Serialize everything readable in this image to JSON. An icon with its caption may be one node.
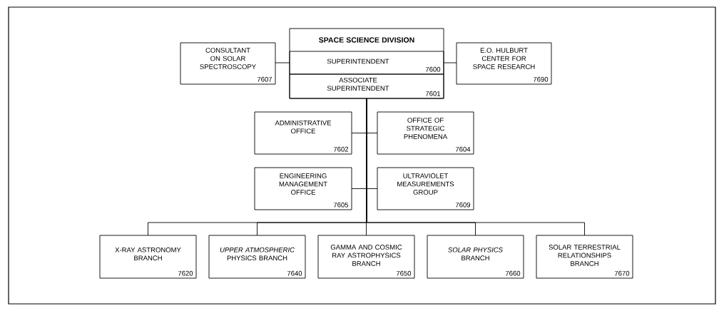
{
  "diagram": {
    "nodes": [
      {
        "text": [
          "SPACE SCIENCE DIVISION"
        ]
      },
      {
        "text": [
          "SUPERINTENDENT",
          "7600"
        ],
        "in": 0
      },
      {
        "text": [
          "ASSOCIATE SUPERINTENDENT",
          "7601"
        ],
        "in": 0
      },
      {
        "text": [
          "CONSULTANT ON SOLAR SPECTROSCOPY",
          "7607"
        ]
      },
      {
        "text": [
          "E.O. HULBURT CENTER FOR SPACE RESEARCH",
          "7690"
        ]
      },
      {
        "text": [
          "ADMINISTRATIVE OFFICE",
          "7602"
        ]
      },
      {
        "text": [
          "OFFICE OF STRATEGIC PHENOMENA",
          "7604"
        ]
      },
      {
        "text": [
          "ENGINEERING MANAGEMENT OFFICE",
          "7605"
        ]
      },
      {
        "text": [
          "ULTRAVIOLET MEASUREMENTS GROUP",
          "7609"
        ]
      },
      {
        "text": [
          "X-RAY ASTRONOMY BRANCH",
          "7620"
        ]
      },
      {
        "text": [
          "*UPPER ATMOSPHERIC* PHYSICS BRANCH",
          "7640"
        ]
      },
      {
        "text": [
          "GAMMA AND COSMIC RAY ASTROPHYSICS BRANCH",
          "7650"
        ]
      },
      {
        "text": [
          "*SOLAR PHYSICS* BRANCH",
          "7660"
        ]
      },
      {
        "text": [
          "SOLAR TERRESTRIAL RELATIONSHIPS BRANCH",
          "7670"
        ]
      }
    ],
    "edges": [
      {
        "from": 3,
        "to": 1,
        "arrow": "none"
      },
      {
        "from": 1,
        "to": 4,
        "arrow": "none"
      },
      {
        "from": 2,
        "to": 5,
        "arrow": "none"
      },
      {
        "from": 2,
        "to": 6,
        "arrow": "none"
      },
      {
        "from": 2,
        "to": 7,
        "arrow": "none"
      },
      {
        "from": 2,
        "to": 8,
        "arrow": "none"
      },
      {
        "from": 2,
        "to": 9,
        "arrow": "none"
      },
      {
        "from": 2,
        "to": 10,
        "arrow": "none"
      },
      {
        "from": 2,
        "to": 11,
        "arrow": "none"
      },
      {
        "from": 2,
        "to": 12,
        "arrow": "none"
      },
      {
        "from": 2,
        "to": 13,
        "arrow": "none"
      }
    ]
  }
}
